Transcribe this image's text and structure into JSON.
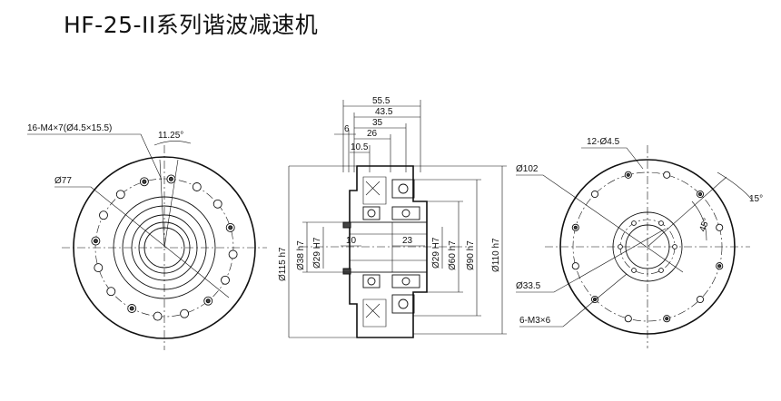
{
  "title": "HF-25-II系列谐波减速机",
  "left_view": {
    "callout_holes": "16-M4×7(Ø4.5×15.5)",
    "callout_angle": "11.25°",
    "callout_diameter": "Ø77"
  },
  "section_view": {
    "dims_top": [
      "55.5",
      "43.5",
      "35",
      "26",
      "6",
      "10.5"
    ],
    "dim_10": "10",
    "dim_23": "23",
    "dia_115": "Ø115 h7",
    "dia_38": "Ø38 h7",
    "dia_29_left": "Ø29 H7",
    "dia_29_right": "Ø29 H7",
    "dia_60": "Ø60 h7",
    "dia_90": "Ø90 h7",
    "dia_110": "Ø110 h7"
  },
  "right_view": {
    "callout_holes": "12-Ø4.5",
    "callout_d102": "Ø102",
    "callout_d33": "Ø33.5",
    "callout_m3": "6-M3×6",
    "angle_15": "15°",
    "angle_45": "45°"
  }
}
